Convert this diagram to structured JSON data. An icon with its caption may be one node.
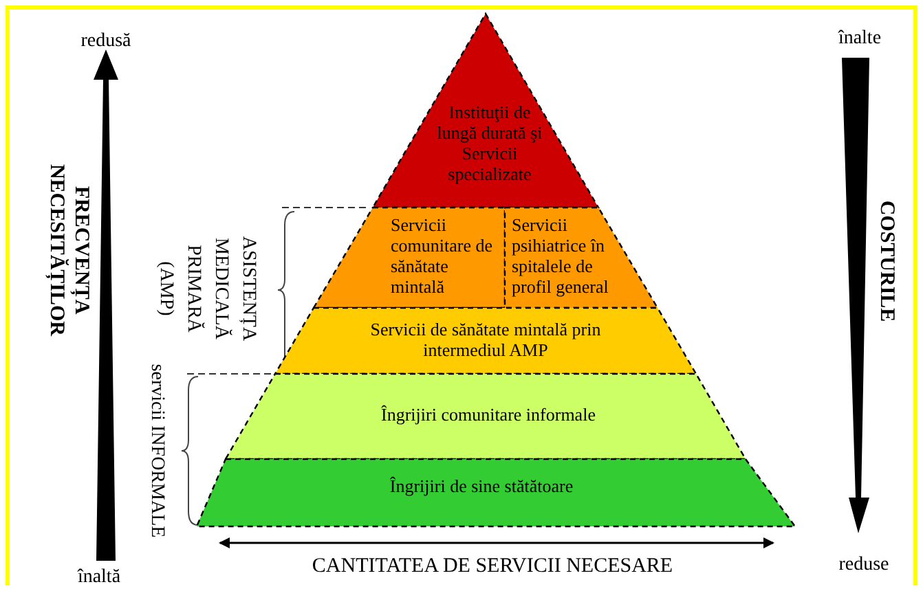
{
  "diagram": {
    "nodes": [
      {
        "text": [
          "Instituţii de lungă durată şi Servicii specializate"
        ]
      },
      {
        "text": [
          "Servicii comunitare de sănătate mintală"
        ]
      },
      {
        "text": [
          "Servicii psihiatrice în spitalele de profil general"
        ]
      },
      {
        "text": [
          "Servicii de sănătate mintală prin intermediul AMP"
        ]
      },
      {
        "text": [
          "Îngrijiri comunitare informale"
        ]
      },
      {
        "text": [
          "Îngrijiri de sine stătătoare"
        ]
      }
    ],
    "labels": [
      "redusă",
      "FRECVENȚA NECESITĂȚILOR",
      "înaltă",
      "ASISTENȚA MEDICALĂ PRIMARĂ (AMP)",
      "servicii INFORMALE",
      "CANTITATEA DE SERVICII NECESARE",
      "înalte",
      "COSTURILE",
      "reduse"
    ]
  }
}
